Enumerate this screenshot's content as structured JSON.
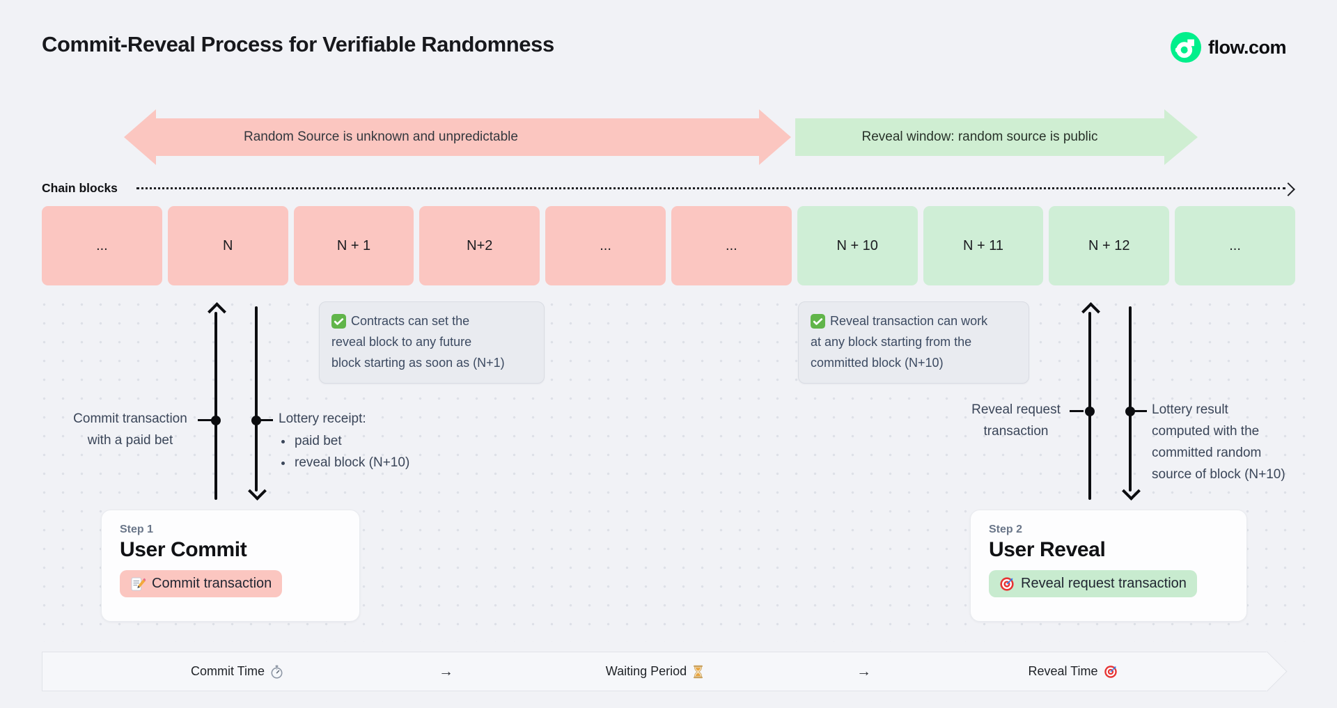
{
  "header": {
    "title": "Commit-Reveal Process for Verifiable Randomness",
    "brand": "flow.com"
  },
  "phase_bands": {
    "commit": {
      "label": "Random Source is unknown and unpredictable",
      "color": "#fbc6c0"
    },
    "reveal": {
      "label": "Reveal window: random source is public",
      "color": "#cfeed2"
    }
  },
  "chain": {
    "axis_label": "Chain blocks",
    "blocks": [
      {
        "label": "...",
        "phase": "commit"
      },
      {
        "label": "N",
        "phase": "commit"
      },
      {
        "label": "N + 1",
        "phase": "commit"
      },
      {
        "label": "N+2",
        "phase": "commit"
      },
      {
        "label": "...",
        "phase": "commit"
      },
      {
        "label": "...",
        "phase": "commit"
      },
      {
        "label": "N + 10",
        "phase": "reveal"
      },
      {
        "label": "N + 11",
        "phase": "reveal"
      },
      {
        "label": "N + 12",
        "phase": "reveal"
      },
      {
        "label": "...",
        "phase": "reveal"
      }
    ]
  },
  "callouts": {
    "commit": {
      "icon": "✅",
      "lines": [
        "Contracts can set the",
        "reveal block to any future",
        "block starting as soon as (N+1)"
      ]
    },
    "reveal": {
      "icon": "✅",
      "lines": [
        "Reveal transaction can work",
        "at any block starting from the",
        "committed block (N+10)"
      ]
    }
  },
  "annotations": {
    "commit_tx": {
      "lines": [
        "Commit transaction",
        "with a paid bet"
      ]
    },
    "lottery_receipt": {
      "title": "Lottery receipt:",
      "items": [
        "paid bet",
        "reveal block (N+10)"
      ]
    },
    "reveal_request": {
      "lines": [
        "Reveal request",
        "transaction"
      ]
    },
    "lottery_result": {
      "lines": [
        "Lottery result",
        "computed with the",
        "committed random",
        "source of block (N+10)"
      ]
    }
  },
  "steps": {
    "commit": {
      "eyebrow": "Step 1",
      "title": "User Commit",
      "badge": "Commit transaction",
      "badge_icon": "📝"
    },
    "reveal": {
      "eyebrow": "Step 2",
      "title": "User Reveal",
      "badge": "Reveal request transaction",
      "badge_icon": "🎯"
    }
  },
  "timeline": {
    "items": [
      {
        "label": "Commit Time",
        "icon": "⏱"
      },
      {
        "symbol": "→"
      },
      {
        "label": "Waiting Period",
        "icon": "⏳"
      },
      {
        "symbol": "→"
      },
      {
        "label": "Reveal Time",
        "icon": "🎯"
      }
    ]
  },
  "colors": {
    "commit_pink": "#fbc6c0",
    "reveal_green": "#cfeed2",
    "flow_green": "#00ef8b",
    "callout_bg": "#e9ebf0",
    "background": "#f1f2f6"
  }
}
